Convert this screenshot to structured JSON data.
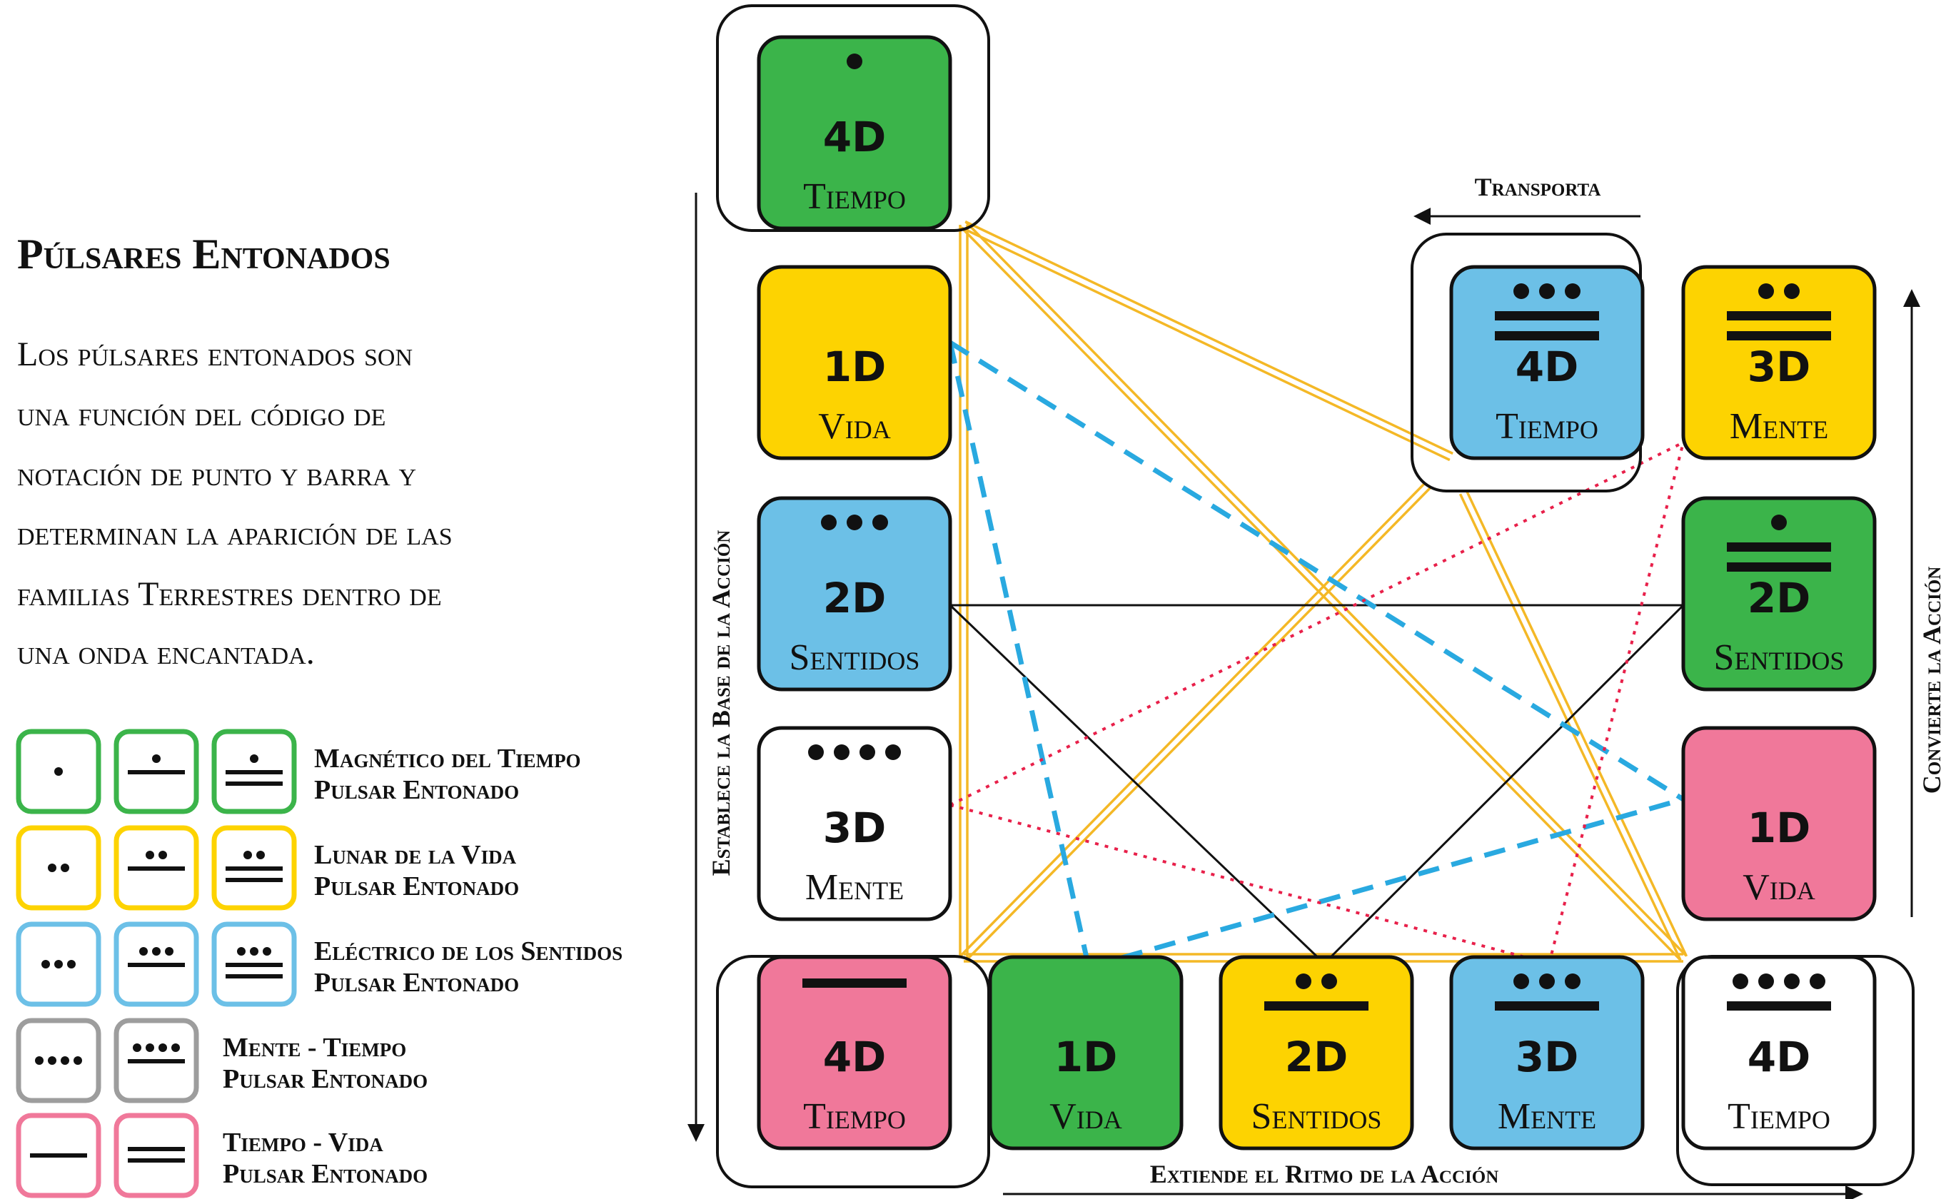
{
  "title": "Púlsares Entonados",
  "description_lines": [
    "Los púlsares entonados son",
    "una función del código de",
    "notación de punto y barra y",
    "determinan la aparición de las",
    "familias Terrestres dentro de",
    "una onda encantada."
  ],
  "legend": [
    {
      "label1": "Magnético del Tiempo",
      "label2": "Pulsar Entonado",
      "color": "#3bb44a",
      "glyphs": [
        {
          "dots": 1,
          "bars": 0
        },
        {
          "dots": 1,
          "bars": 1
        },
        {
          "dots": 1,
          "bars": 2
        }
      ]
    },
    {
      "label1": "Lunar de la Vida",
      "label2": "Pulsar Entonado",
      "color": "#fdd301",
      "glyphs": [
        {
          "dots": 2,
          "bars": 0
        },
        {
          "dots": 2,
          "bars": 1
        },
        {
          "dots": 2,
          "bars": 2
        }
      ]
    },
    {
      "label1": "Eléctrico de los Sentidos",
      "label2": "Pulsar Entonado",
      "color": "#6cc0e7",
      "glyphs": [
        {
          "dots": 3,
          "bars": 0
        },
        {
          "dots": 3,
          "bars": 1
        },
        {
          "dots": 3,
          "bars": 2
        }
      ]
    },
    {
      "label1": "Mente - Tiempo",
      "label2": "Pulsar Entonado",
      "color": "#9d9d9d",
      "glyphs": [
        {
          "dots": 4,
          "bars": 0
        },
        {
          "dots": 4,
          "bars": 1
        }
      ]
    },
    {
      "label1": "Tiempo - Vida",
      "label2": "Pulsar Entonado",
      "color": "#f0789a",
      "glyphs": [
        {
          "dots": 0,
          "bars": 1
        },
        {
          "dots": 0,
          "bars": 2
        }
      ]
    }
  ],
  "arrows": {
    "left": "Establece la Base de la Acción",
    "right": "Convierte la Acción",
    "bottom": "Extiende el Ritmo de la Acción",
    "top": "Transporta"
  },
  "tiles": [
    {
      "dim": "4D",
      "name": "Tiempo",
      "color": "#3bb44a",
      "dots": 1,
      "bars": 0
    },
    {
      "dim": "1D",
      "name": "Vida",
      "color": "#fdd301",
      "dots": 0,
      "bars": 0
    },
    {
      "dim": "2D",
      "name": "Sentidos",
      "color": "#6cc0e7",
      "dots": 3,
      "bars": 0
    },
    {
      "dim": "3D",
      "name": "Mente",
      "color": "#ffffff",
      "dots": 4,
      "bars": 0
    },
    {
      "dim": "4D",
      "name": "Tiempo",
      "color": "#f0789a",
      "dots": 0,
      "bars": 1
    },
    {
      "dim": "1D",
      "name": "Vida",
      "color": "#3bb44a",
      "dots": 0,
      "bars": 0
    },
    {
      "dim": "2D",
      "name": "Sentidos",
      "color": "#fdd301",
      "dots": 2,
      "bars": 1
    },
    {
      "dim": "3D",
      "name": "Mente",
      "color": "#6cc0e7",
      "dots": 3,
      "bars": 1
    },
    {
      "dim": "4D",
      "name": "Tiempo",
      "color": "#ffffff",
      "dots": 4,
      "bars": 1
    },
    {
      "dim": "1D",
      "name": "Vida",
      "color": "#f0789a",
      "dots": 0,
      "bars": 0
    },
    {
      "dim": "2D",
      "name": "Sentidos",
      "color": "#3bb44a",
      "dots": 1,
      "bars": 2
    },
    {
      "dim": "3D",
      "name": "Mente",
      "color": "#fdd301",
      "dots": 2,
      "bars": 2
    },
    {
      "dim": "4D",
      "name": "Tiempo",
      "color": "#6cc0e7",
      "dots": 3,
      "bars": 2
    }
  ],
  "colors": {
    "yellow_lines": "#f4b826",
    "blue_dashed": "#29a9e0",
    "red_dotted": "#e8204a",
    "black_lines": "#111111"
  }
}
